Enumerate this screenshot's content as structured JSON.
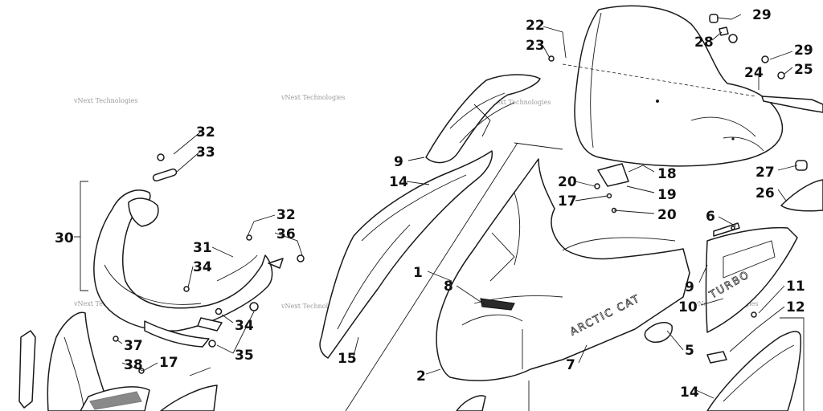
{
  "diagram": {
    "watermark_text": "vNext Technologies",
    "decal_main": "ARCTIC CAT",
    "decal_side": "TURBO",
    "callouts": {
      "c1": "1",
      "c2": "2",
      "c5": "5",
      "c6": "6",
      "c7": "7",
      "c8": "8",
      "c9a": "9",
      "c9b": "9",
      "c10": "10",
      "c11": "11",
      "c12": "12",
      "c14a": "14",
      "c14b": "14",
      "c15": "15",
      "c17a": "17",
      "c17b": "17",
      "c18": "18",
      "c19": "19",
      "c20a": "20",
      "c20b": "20",
      "c22": "22",
      "c23": "23",
      "c24": "24",
      "c25": "25",
      "c26": "26",
      "c27": "27",
      "c28": "28",
      "c29a": "29",
      "c29b": "29",
      "c30": "30",
      "c31": "31",
      "c32a": "32",
      "c32b": "32",
      "c33": "33",
      "c34a": "34",
      "c34b": "34",
      "c35": "35",
      "c36": "36",
      "c37": "37",
      "c38": "38"
    }
  }
}
